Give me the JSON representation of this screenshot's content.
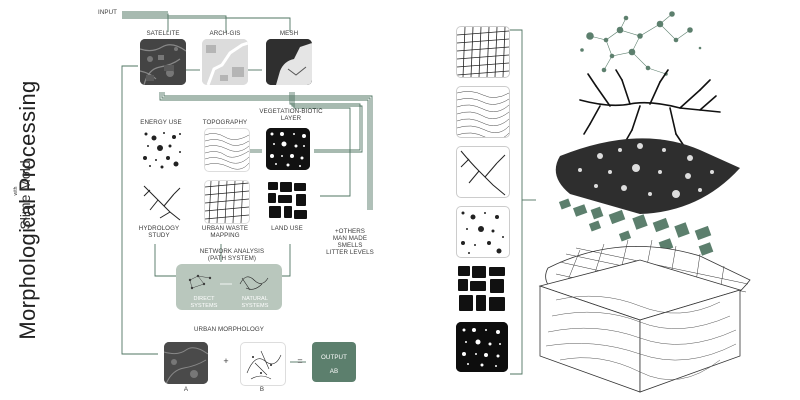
{
  "title": {
    "main": "Morphological Processing",
    "with": "with",
    "sub": "Slime Mold"
  },
  "flow": {
    "input": "INPUT",
    "satellite": "SATELLITE",
    "arch_gis": "ARCH-GIS",
    "mesh": "MESH",
    "energy_use": "ENERGY USE",
    "topography": "TOPOGRAPHY",
    "vegetation": "VEGETATION-BIOTIC\nLAYER",
    "hydrology": "HYDROLOGY\nSTUDY",
    "urban_waste": "URBAN WASTE\nMAPPING",
    "land_use": "LAND USE",
    "others": "+OTHERS\nMAN MADE\nSMELLS\nLITTER LEVELS",
    "network_analysis": "NETWORK ANALYSIS\n(PATH SYSTEM)",
    "direct_systems": "DIRECT SYSTEMS",
    "natural_systems": "NATURAL SYSTEMS",
    "urban_morphology": "URBAN  MORPHOLOGY",
    "label_a": "A",
    "label_b": "B",
    "plus": "+",
    "equals": "=",
    "output": "OUTPUT",
    "output_ab": "AB"
  },
  "colors": {
    "accent_green": "#5c7f6d",
    "light_green": "#b9c7bd",
    "line_green": "#4f7462",
    "dark": "#1a1a1a"
  }
}
